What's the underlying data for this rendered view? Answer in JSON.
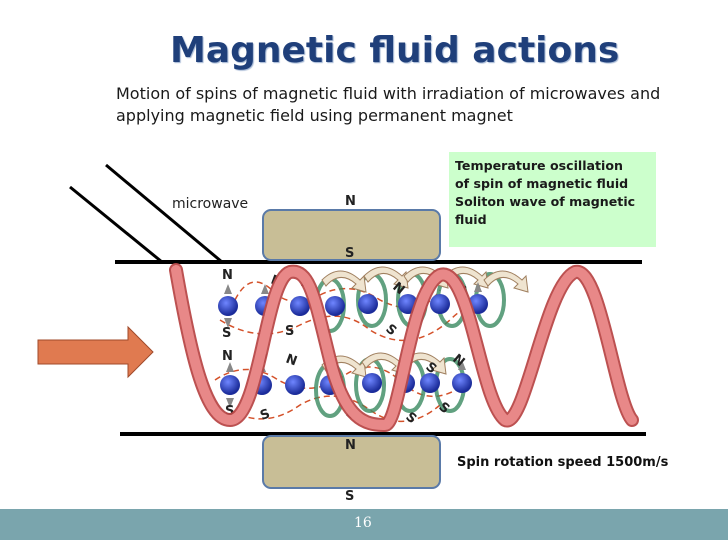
{
  "slide": {
    "title": "Magnetic fluid actions",
    "subtitle": "Motion of spins of magnetic fluid with irradiation of microwaves and applying magnetic field using permanent magnet",
    "note_lines": [
      "Temperature oscillation",
      "of spin of magnetic fluid",
      "Soliton wave of magnetic",
      "fluid"
    ],
    "speed_label": "Spin rotation speed 1500m/s",
    "microwave_label": "microwave",
    "page_number": "16"
  },
  "diagram": {
    "magnet_top": {
      "top_pole": "N",
      "bottom_pole": "S"
    },
    "magnet_bottom": {
      "top_pole": "N",
      "bottom_pole": "S"
    },
    "upper_row_labels": [
      "N",
      "N",
      "S",
      "S",
      "S",
      "N",
      "N",
      "N",
      "N",
      "S"
    ],
    "lower_row_labels": [
      "N",
      "N",
      "S",
      "S",
      "N",
      "S",
      "S",
      "N",
      "S",
      "S"
    ]
  },
  "colors": {
    "title": "#1f3f7a",
    "note_bg": "#ccffcc",
    "magnet": "#c8be96",
    "ribbon": "#e07a7a",
    "arrow": "#e07a50",
    "footer": "#7aa5ad",
    "spin": "#2a3fb5",
    "dashed": "#d4512a"
  }
}
